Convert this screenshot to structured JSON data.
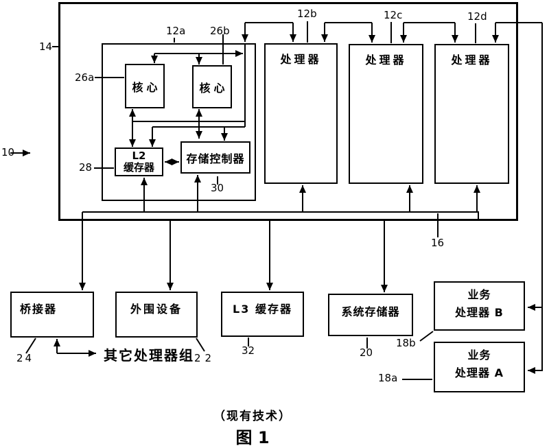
{
  "colors": {
    "ink": "#000000",
    "paper": "#ffffff"
  },
  "refs": {
    "r10": "10",
    "r14": "14",
    "r12a": "12a",
    "r12b": "12b",
    "r12c": "12c",
    "r12d": "12d",
    "r26a": "26a",
    "r26b": "26b",
    "r28": "28",
    "r30": "30",
    "r16": "16",
    "r24": "24",
    "r22": "22",
    "r32": "32",
    "r20": "20",
    "r18b": "18b",
    "r18a": "18a"
  },
  "boxes": {
    "core1": "核心",
    "core2": "核心",
    "l2_cache": "L2\n缓存器",
    "memory_controller": "存储控制器",
    "processor_b": "处理器",
    "processor_c": "处理器",
    "processor_d": "处理器",
    "bridge": "桥接器",
    "peripherals": "外围设备",
    "l3_cache": "L3 缓存器",
    "system_memory": "系统存储器",
    "service_processor_b": "业务\n处理器 B",
    "service_processor_a": "业务\n处理器 A"
  },
  "annotations": {
    "other_processor_group": "其它处理器组"
  },
  "caption": {
    "note": "（现有技术）",
    "figure": "图 1"
  }
}
